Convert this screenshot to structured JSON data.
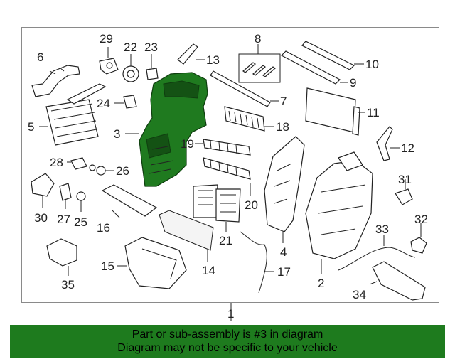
{
  "diagram": {
    "highlight_color": "#1e7b1e",
    "callouts": [
      "1",
      "2",
      "3",
      "4",
      "5",
      "6",
      "7",
      "8",
      "9",
      "10",
      "11",
      "12",
      "13",
      "14",
      "15",
      "16",
      "17",
      "18",
      "19",
      "20",
      "21",
      "22",
      "23",
      "24",
      "25",
      "26",
      "27",
      "28",
      "29",
      "30",
      "31",
      "32",
      "33",
      "34",
      "35"
    ],
    "highlighted_part": "3"
  },
  "banner": {
    "line1": "Part or sub-assembly is #3 in diagram",
    "line2": "Diagram may not be specific to your vehicle"
  }
}
